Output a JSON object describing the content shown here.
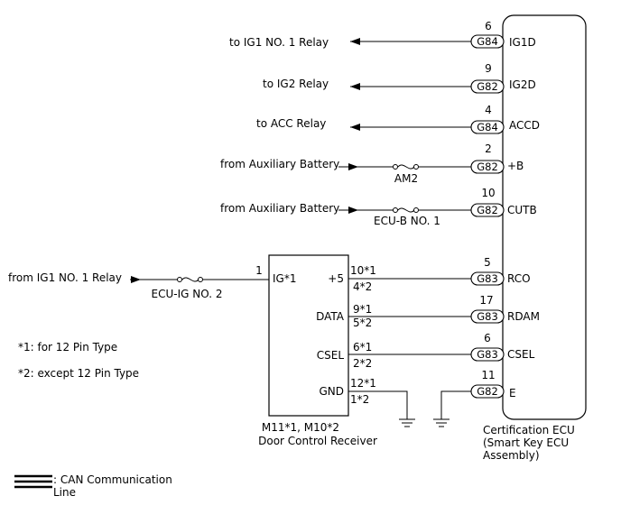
{
  "ecu": {
    "name_lines": [
      "Certification ECU",
      "(Smart Key ECU",
      "Assembly)"
    ]
  },
  "receiver": {
    "part_label": "M11*1, M10*2",
    "name": "Door Control Receiver",
    "pin_ig_number": "1",
    "pin_ig_label": "IG*1",
    "pins": [
      {
        "label": "+5",
        "num1": "10*1",
        "num2": "4*2"
      },
      {
        "label": "DATA",
        "num1": "9*1",
        "num2": "5*2"
      },
      {
        "label": "CSEL",
        "num1": "6*1",
        "num2": "2*2"
      },
      {
        "label": "GND",
        "num1": "12*1",
        "num2": "1*2"
      }
    ]
  },
  "terminals": [
    {
      "pin": "6",
      "connector": "G84",
      "name": "IG1D",
      "text": "to IG1 NO. 1 Relay"
    },
    {
      "pin": "9",
      "connector": "G82",
      "name": "IG2D",
      "text": "to IG2 Relay"
    },
    {
      "pin": "4",
      "connector": "G84",
      "name": "ACCD",
      "text": "to ACC Relay"
    },
    {
      "pin": "2",
      "connector": "G82",
      "name": "+B",
      "text": "from Auxiliary Battery",
      "fuse": "AM2"
    },
    {
      "pin": "10",
      "connector": "G82",
      "name": "CUTB",
      "text": "from Auxiliary Battery",
      "fuse": "ECU-B NO. 1"
    },
    {
      "pin": "5",
      "connector": "G83",
      "name": "RCO"
    },
    {
      "pin": "17",
      "connector": "G83",
      "name": "RDAM"
    },
    {
      "pin": "6",
      "connector": "G83",
      "name": "CSEL"
    },
    {
      "pin": "11",
      "connector": "G82",
      "name": "E"
    }
  ],
  "ig_feed": {
    "text": "from IG1 NO. 1 Relay",
    "fuse": "ECU-IG NO. 2"
  },
  "notes": [
    "*1: for 12 Pin Type",
    "*2: except 12 Pin Type"
  ],
  "legend": {
    "line1": ": CAN Communication",
    "line2": "Line"
  }
}
